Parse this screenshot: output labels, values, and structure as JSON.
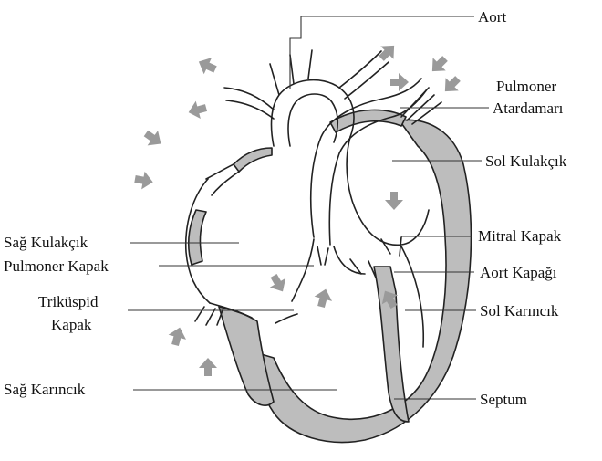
{
  "labels": {
    "aort": "Aort",
    "pulmoner_atardamari_1": "Pulmoner",
    "pulmoner_atardamari_2": "Atardamarı",
    "sol_kulakcik": "Sol Kulakçık",
    "mitral_kapak": "Mitral Kapak",
    "aort_kapagi": "Aort Kapağı",
    "sol_karincik": "Sol Karıncık",
    "septum": "Septum",
    "sag_kulakcik": "Sağ Kulakçık",
    "pulmoner_kapak": "Pulmoner Kapak",
    "trikuspid_kapak_1": "Triküspid",
    "trikuspid_kapak_2": "Kapak",
    "sag_karincik": "Sağ Karıncık"
  },
  "colors": {
    "muscle": "#bdbdbd",
    "outline": "#222222",
    "arrow": "#9a9a9a"
  }
}
